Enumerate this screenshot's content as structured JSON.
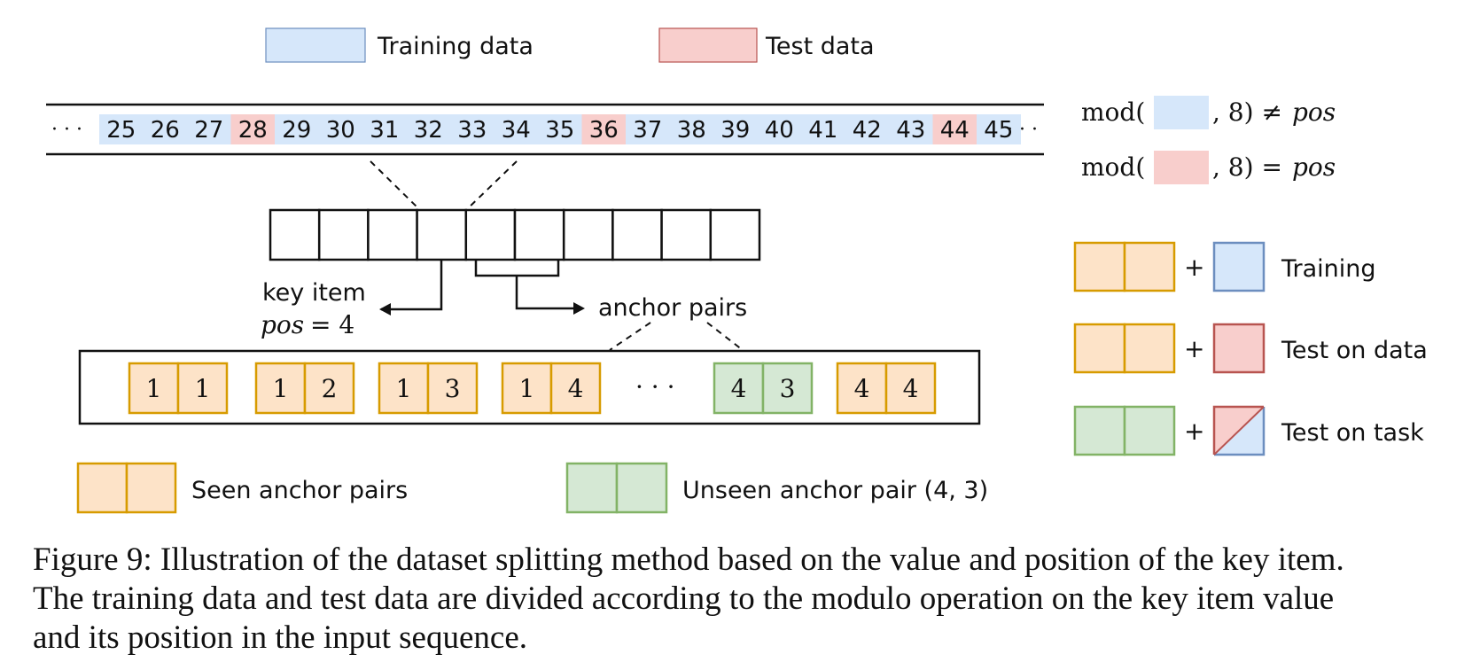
{
  "legend_top": {
    "training": "Training data",
    "test": "Test data"
  },
  "sequence": {
    "left_ellipsis": "· · ·",
    "right_ellipsis": "· · ·",
    "numbers": [
      "25",
      "26",
      "27",
      "28",
      "29",
      "30",
      "31",
      "32",
      "33",
      "34",
      "35",
      "36",
      "37",
      "38",
      "39",
      "40",
      "41",
      "42",
      "43",
      "44",
      "45"
    ],
    "test_numbers": [
      "28",
      "36",
      "44"
    ]
  },
  "mod_rules": {
    "prefix": "mod(",
    "suffix_neq": ", 8) ≠",
    "suffix_eq": ", 8) =",
    "pos": "pos"
  },
  "input_sequence": {
    "cell_count": 10
  },
  "key_item": {
    "label": "key item",
    "pos_var": "pos",
    "pos_eq": "= 4"
  },
  "anchor_label": "anchor pairs",
  "anchor_pairs": [
    {
      "a": "1",
      "b": "1",
      "kind": "seen"
    },
    {
      "a": "1",
      "b": "2",
      "kind": "seen"
    },
    {
      "a": "1",
      "b": "3",
      "kind": "seen"
    },
    {
      "a": "1",
      "b": "4",
      "kind": "seen"
    },
    {
      "a": "4",
      "b": "3",
      "kind": "unseen"
    },
    {
      "a": "4",
      "b": "4",
      "kind": "seen"
    }
  ],
  "pairs_ellipsis": "· · ·",
  "split_legend": {
    "plus": "+",
    "training": "Training",
    "test_data": "Test on data",
    "test_task": "Test on task"
  },
  "bottom_legend": {
    "seen": "Seen anchor pairs",
    "unseen": "Unseen anchor pair (4, 3)"
  },
  "colors": {
    "train_fill": "#d6e7fa",
    "train_stroke": "#6c8ebf",
    "test_fill": "#f8cecc",
    "test_stroke": "#b85450",
    "seen_fill": "#fde3c8",
    "seen_stroke": "#d79b00",
    "unseen_fill": "#d5e8d4",
    "unseen_stroke": "#82b366"
  },
  "caption": [
    "Figure 9: Illustration of the dataset splitting method based on the value and position of the key item.",
    "The training data and test data are divided according to the modulo operation on the key item value",
    "and its position in the input sequence."
  ]
}
